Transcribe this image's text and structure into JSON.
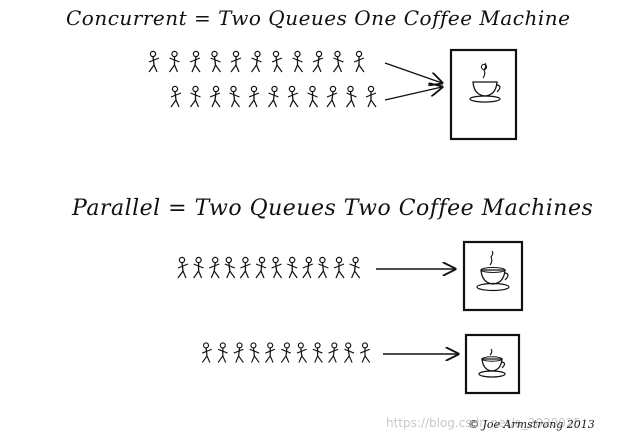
{
  "concurrent_title": "Concurrent = Two Queues One Coffee Machine",
  "parallel_title": "Parallel = Two Queues Two Coffee Machines",
  "credit": "© Joe Armstrong 2013",
  "watermark": "https://blog.csdn.net/a_2020025"
}
